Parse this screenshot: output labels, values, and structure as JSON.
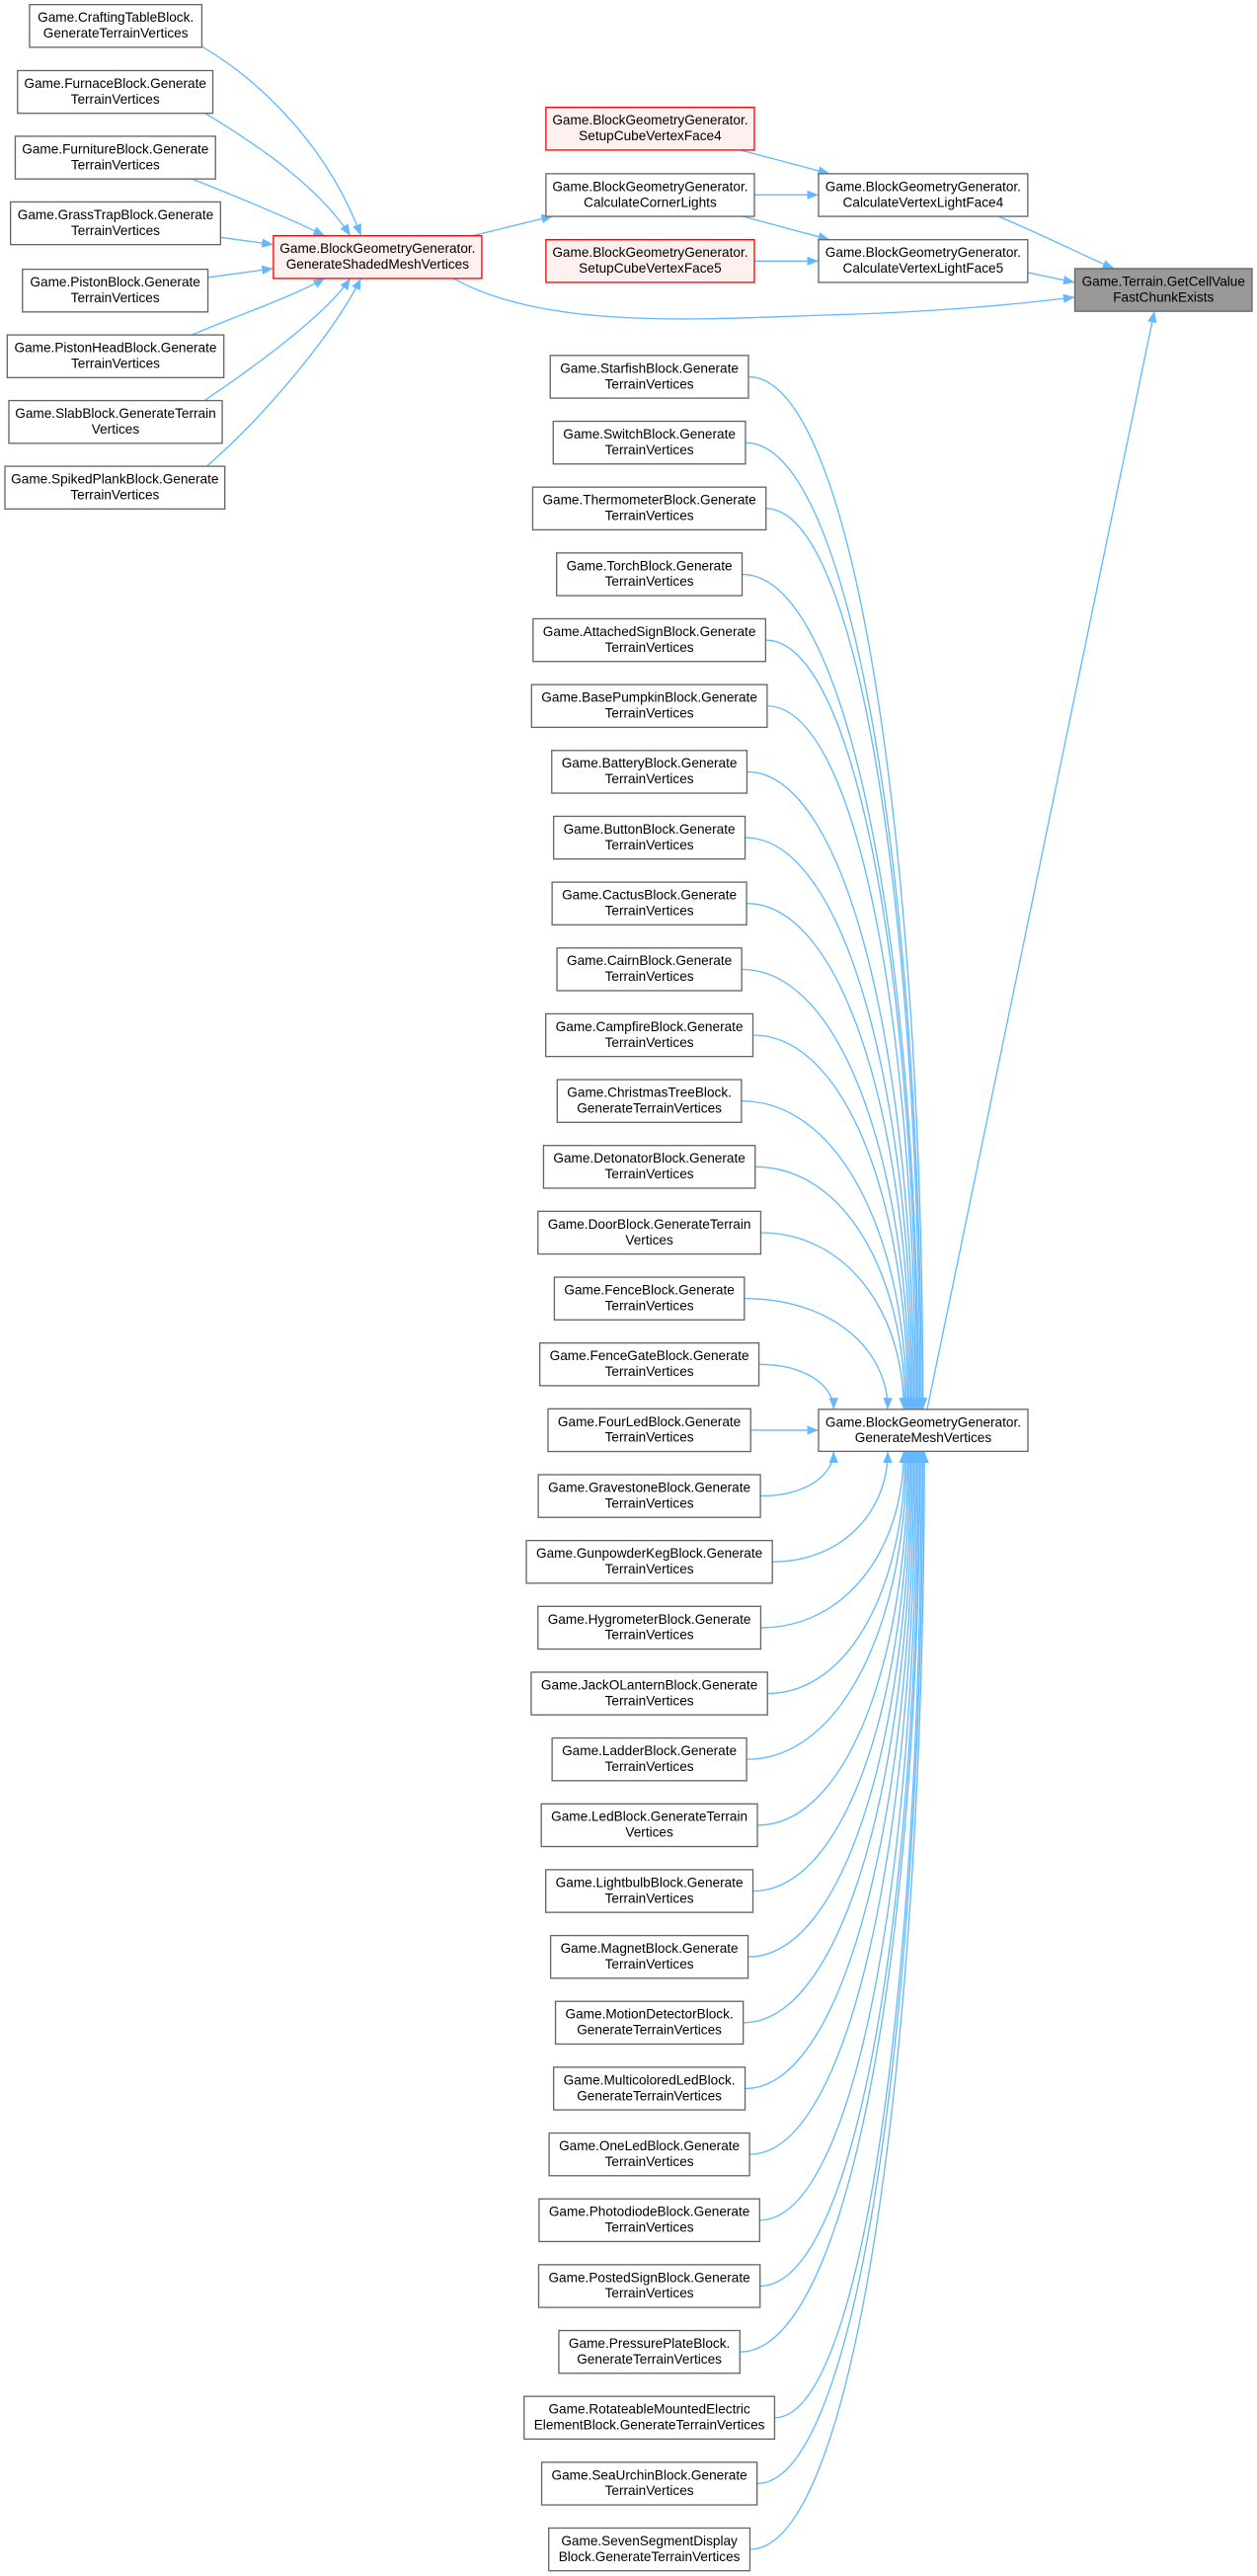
{
  "colors": {
    "edge": "#63b8ff",
    "highlight_fill": "#fff0f0",
    "highlight_border": "#ff0000",
    "focus_fill": "#999999",
    "border": "#666666"
  },
  "nodes": {
    "crafting": {
      "lines": [
        "Game.CraftingTableBlock.",
        "GenerateTerrainVertices"
      ],
      "style": "normal"
    },
    "furnace": {
      "lines": [
        "Game.FurnaceBlock.Generate",
        "TerrainVertices"
      ],
      "style": "normal"
    },
    "furniture": {
      "lines": [
        "Game.FurnitureBlock.Generate",
        "TerrainVertices"
      ],
      "style": "normal"
    },
    "grasstrap": {
      "lines": [
        "Game.GrassTrapBlock.Generate",
        "TerrainVertices"
      ],
      "style": "normal"
    },
    "piston": {
      "lines": [
        "Game.PistonBlock.Generate",
        "TerrainVertices"
      ],
      "style": "normal"
    },
    "pistonhead": {
      "lines": [
        "Game.PistonHeadBlock.Generate",
        "TerrainVertices"
      ],
      "style": "normal"
    },
    "slab": {
      "lines": [
        "Game.SlabBlock.GenerateTerrain",
        "Vertices"
      ],
      "style": "normal"
    },
    "spiked": {
      "lines": [
        "Game.SpikedPlankBlock.Generate",
        "TerrainVertices"
      ],
      "style": "normal"
    },
    "shaded": {
      "lines": [
        "Game.BlockGeometryGenerator.",
        "GenerateShadedMeshVertices"
      ],
      "style": "red"
    },
    "setup4": {
      "lines": [
        "Game.BlockGeometryGenerator.",
        "SetupCubeVertexFace4"
      ],
      "style": "red"
    },
    "corner": {
      "lines": [
        "Game.BlockGeometryGenerator.",
        "CalculateCornerLights"
      ],
      "style": "normal"
    },
    "setup5": {
      "lines": [
        "Game.BlockGeometryGenerator.",
        "SetupCubeVertexFace5"
      ],
      "style": "red"
    },
    "light4": {
      "lines": [
        "Game.BlockGeometryGenerator.",
        "CalculateVertexLightFace4"
      ],
      "style": "normal"
    },
    "light5": {
      "lines": [
        "Game.BlockGeometryGenerator.",
        "CalculateVertexLightFace5"
      ],
      "style": "normal"
    },
    "getcell": {
      "lines": [
        "Game.Terrain.GetCellValue",
        "FastChunkExists"
      ],
      "style": "gray"
    },
    "mesh": {
      "lines": [
        "Game.BlockGeometryGenerator.",
        "GenerateMeshVertices"
      ],
      "style": "normal"
    }
  },
  "mesh_callers": [
    [
      "Game.StarfishBlock.Generate",
      "TerrainVertices"
    ],
    [
      "Game.SwitchBlock.Generate",
      "TerrainVertices"
    ],
    [
      "Game.ThermometerBlock.Generate",
      "TerrainVertices"
    ],
    [
      "Game.TorchBlock.Generate",
      "TerrainVertices"
    ],
    [
      "Game.AttachedSignBlock.Generate",
      "TerrainVertices"
    ],
    [
      "Game.BasePumpkinBlock.Generate",
      "TerrainVertices"
    ],
    [
      "Game.BatteryBlock.Generate",
      "TerrainVertices"
    ],
    [
      "Game.ButtonBlock.Generate",
      "TerrainVertices"
    ],
    [
      "Game.CactusBlock.Generate",
      "TerrainVertices"
    ],
    [
      "Game.CairnBlock.Generate",
      "TerrainVertices"
    ],
    [
      "Game.CampfireBlock.Generate",
      "TerrainVertices"
    ],
    [
      "Game.ChristmasTreeBlock.",
      "GenerateTerrainVertices"
    ],
    [
      "Game.DetonatorBlock.Generate",
      "TerrainVertices"
    ],
    [
      "Game.DoorBlock.GenerateTerrain",
      "Vertices"
    ],
    [
      "Game.FenceBlock.Generate",
      "TerrainVertices"
    ],
    [
      "Game.FenceGateBlock.Generate",
      "TerrainVertices"
    ],
    [
      "Game.FourLedBlock.Generate",
      "TerrainVertices"
    ],
    [
      "Game.GravestoneBlock.Generate",
      "TerrainVertices"
    ],
    [
      "Game.GunpowderKegBlock.Generate",
      "TerrainVertices"
    ],
    [
      "Game.HygrometerBlock.Generate",
      "TerrainVertices"
    ],
    [
      "Game.JackOLanternBlock.Generate",
      "TerrainVertices"
    ],
    [
      "Game.LadderBlock.Generate",
      "TerrainVertices"
    ],
    [
      "Game.LedBlock.GenerateTerrain",
      "Vertices"
    ],
    [
      "Game.LightbulbBlock.Generate",
      "TerrainVertices"
    ],
    [
      "Game.MagnetBlock.Generate",
      "TerrainVertices"
    ],
    [
      "Game.MotionDetectorBlock.",
      "GenerateTerrainVertices"
    ],
    [
      "Game.MulticoloredLedBlock.",
      "GenerateTerrainVertices"
    ],
    [
      "Game.OneLedBlock.Generate",
      "TerrainVertices"
    ],
    [
      "Game.PhotodiodeBlock.Generate",
      "TerrainVertices"
    ],
    [
      "Game.PostedSignBlock.Generate",
      "TerrainVertices"
    ],
    [
      "Game.PressurePlateBlock.",
      "GenerateTerrainVertices"
    ],
    [
      "Game.RotateableMountedElectric",
      "ElementBlock.GenerateTerrainVertices"
    ],
    [
      "Game.SeaUrchinBlock.Generate",
      "TerrainVertices"
    ],
    [
      "Game.SevenSegmentDisplay",
      "Block.GenerateTerrainVertices"
    ]
  ],
  "edges": [
    [
      "crafting",
      "shaded"
    ],
    [
      "furnace",
      "shaded"
    ],
    [
      "furniture",
      "shaded"
    ],
    [
      "grasstrap",
      "shaded"
    ],
    [
      "piston",
      "shaded"
    ],
    [
      "pistonhead",
      "shaded"
    ],
    [
      "slab",
      "shaded"
    ],
    [
      "spiked",
      "shaded"
    ],
    [
      "shaded",
      "corner"
    ],
    [
      "setup4",
      "light4"
    ],
    [
      "corner",
      "light4"
    ],
    [
      "corner",
      "light5"
    ],
    [
      "setup5",
      "light5"
    ],
    [
      "light4",
      "getcell"
    ],
    [
      "light5",
      "getcell"
    ],
    [
      "shaded",
      "getcell"
    ],
    [
      "mesh",
      "getcell"
    ]
  ]
}
